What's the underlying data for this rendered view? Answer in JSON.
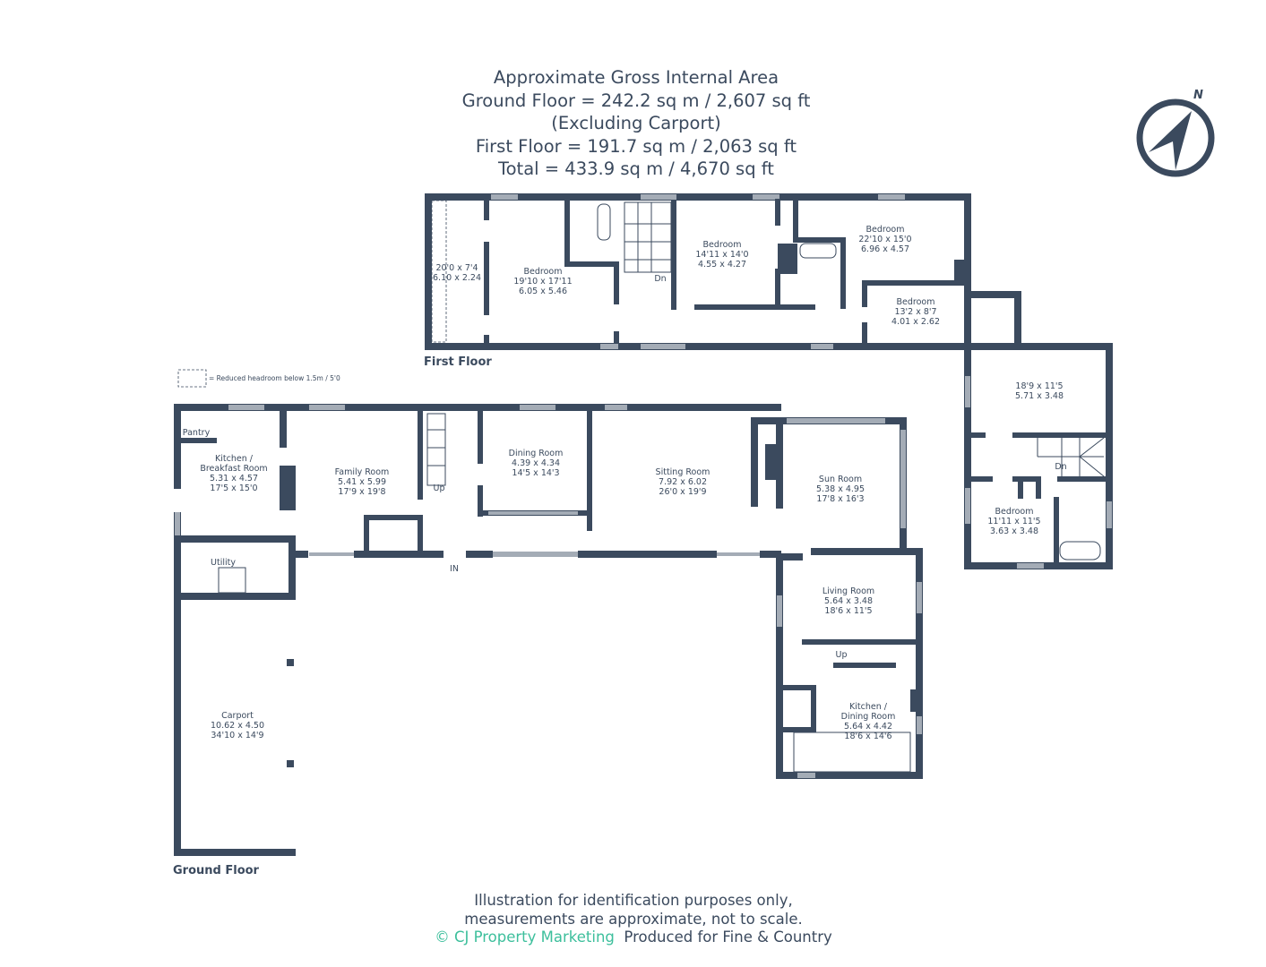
{
  "header": {
    "lines": [
      "Approximate Gross Internal Area",
      "Ground Floor = 242.2 sq m / 2,607 sq ft",
      "(Excluding Carport)",
      "First Floor = 191.7 sq m / 2,063 sq ft",
      "Total = 433.9 sq m / 4,670 sq ft"
    ]
  },
  "compass": {
    "label": "N",
    "icon": "north-arrow-icon"
  },
  "legend": {
    "text": "= Reduced headroom below 1.5m / 5'0"
  },
  "floors": {
    "first": "First Floor",
    "ground": "Ground Floor"
  },
  "first_floor_rooms": [
    {
      "name": "",
      "dims": [
        "20'0 x 7'4",
        "6.10 x 2.24"
      ]
    },
    {
      "name": "Bedroom",
      "dims": [
        "19'10 x 17'11",
        "6.05 x 5.46"
      ]
    },
    {
      "name": "Bedroom",
      "dims": [
        "14'11 x 14'0",
        "4.55 x 4.27"
      ]
    },
    {
      "name": "Bedroom",
      "dims": [
        "22'10 x 15'0",
        "6.96 x 4.57"
      ]
    },
    {
      "name": "Bedroom",
      "dims": [
        "13'2 x 8'7",
        "4.01 x 2.62"
      ]
    },
    {
      "name": "",
      "dims": [
        "18'9 x 11'5",
        "5.71 x 3.48"
      ]
    },
    {
      "name": "Bedroom",
      "dims": [
        "11'11 x 11'5",
        "3.63 x 3.48"
      ]
    }
  ],
  "ground_floor_rooms": [
    {
      "name": "Kitchen /",
      "name2": "Breakfast Room",
      "dims": [
        "5.31 x 4.57",
        "17'5 x 15'0"
      ]
    },
    {
      "name": "Family Room",
      "dims": [
        "5.41 x 5.99",
        "17'9 x 19'8"
      ]
    },
    {
      "name": "Dining Room",
      "dims": [
        "4.39 x 4.34",
        "14'5 x 14'3"
      ]
    },
    {
      "name": "Sitting Room",
      "dims": [
        "7.92 x 6.02",
        "26'0 x 19'9"
      ]
    },
    {
      "name": "Sun Room",
      "dims": [
        "5.38 x 4.95",
        "17'8 x 16'3"
      ]
    },
    {
      "name": "Living Room",
      "dims": [
        "5.64 x 3.48",
        "18'6 x 11'5"
      ]
    },
    {
      "name": "Kitchen /",
      "name2": "Dining Room",
      "dims": [
        "5.64 x 4.42",
        "18'6 x 14'6"
      ]
    },
    {
      "name": "Carport",
      "dims": [
        "10.62 x 4.50",
        "34'10 x 14'9"
      ]
    }
  ],
  "small_labels": {
    "pantry": "Pantry",
    "utility": "Utility",
    "up": "Up",
    "dn": "Dn",
    "in": "IN"
  },
  "footer": {
    "line1": "Illustration for identification purposes only,",
    "line2": "measurements are approximate, not to scale.",
    "copyright": "© CJ Property Marketing",
    "produced": "Produced for Fine & Country"
  },
  "colors": {
    "wall": "#3b4a5e",
    "window": "#a4acb6",
    "brand_green": "#3dbf9c"
  }
}
